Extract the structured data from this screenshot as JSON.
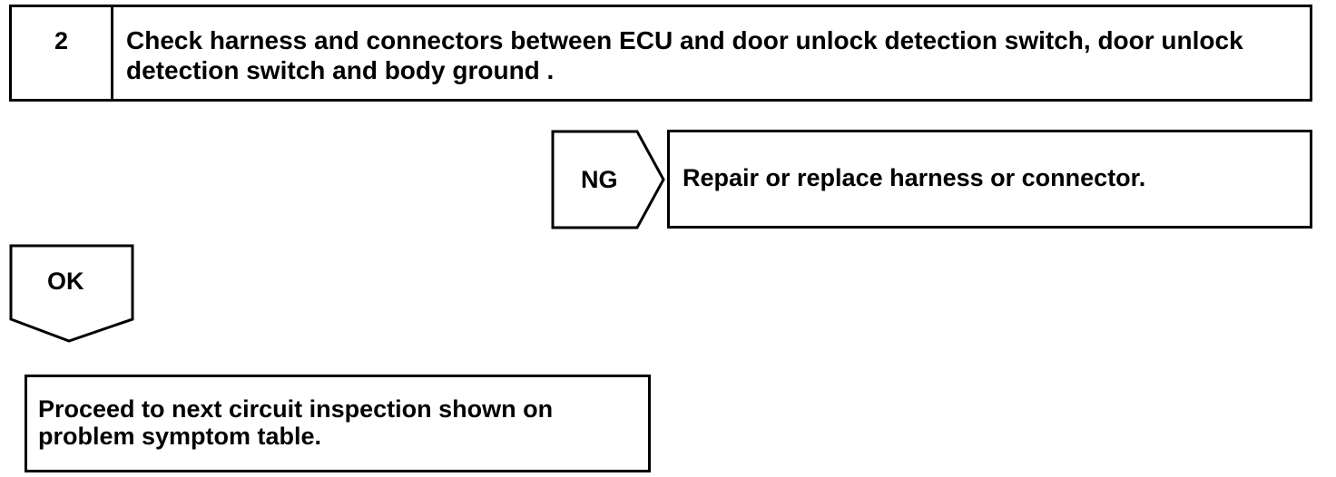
{
  "step": {
    "number": "2",
    "title": "Check harness and connectors between ECU and door unlock detection switch, door unlock detection switch and body ground ."
  },
  "ng_branch": {
    "tag": "NG",
    "result": "Repair or replace harness or connector."
  },
  "ok_branch": {
    "tag": "OK",
    "result": "Proceed to next circuit inspection shown on problem symptom table."
  },
  "colors": {
    "line": "#000000",
    "background": "#ffffff"
  }
}
